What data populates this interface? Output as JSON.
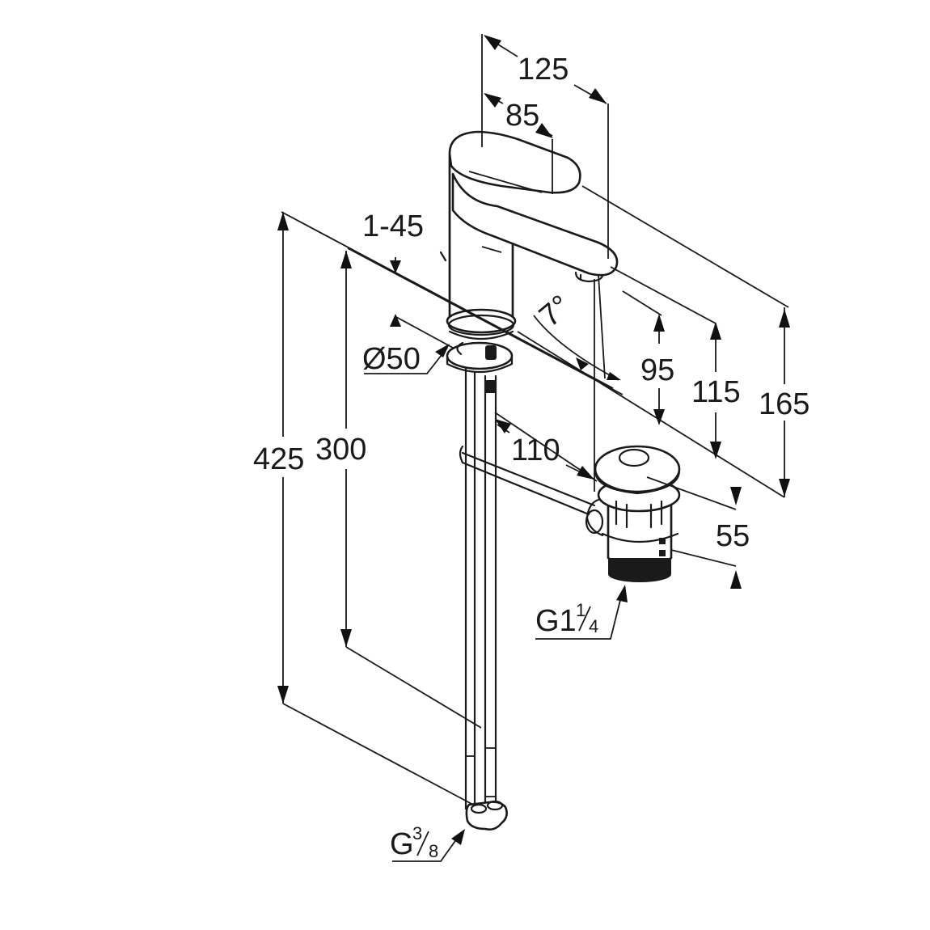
{
  "drawing": {
    "title": "Basin mixer dimension drawing",
    "colors": {
      "line": "#1a1a1a",
      "background": "#ffffff"
    },
    "dimensions": {
      "spout_reach_total": "125",
      "spout_reach": "85",
      "deck_thickness": "1-45",
      "base_diameter": "Ø50",
      "spout_angle": "7°",
      "spout_outlet_height": "95",
      "spout_height": "115",
      "total_height": "165",
      "tail_length": "425",
      "hose_length": "300",
      "rod_distance": "110",
      "waste_height": "55"
    },
    "threads": {
      "waste": {
        "main": "G1",
        "fraction_num": "1",
        "fraction_den": "4"
      },
      "supply": {
        "main": "G",
        "fraction_num": "3",
        "fraction_den": "8"
      }
    }
  }
}
